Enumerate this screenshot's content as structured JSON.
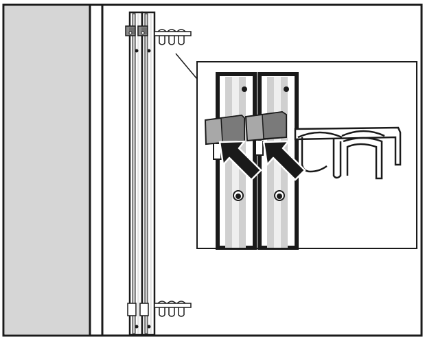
{
  "figure": {
    "kind": "assembly-instruction-illustration",
    "colors": {
      "outline": "#1a1a1a",
      "panel_fill": "#d6d6d6",
      "background": "#ffffff",
      "rail_metal": "#c9c9c9",
      "rail_highlight": "#eeeeee",
      "clip_dark": "#7a7a7a",
      "clip_mid": "#a8a8a8",
      "arrow_fill": "#1a1a1a"
    },
    "icons": {
      "press_arrow": "arrow-up-left-icon",
      "rail_hole": "hole-icon"
    },
    "detail_callout": {
      "rails": 2,
      "press_arrows": 2,
      "open_holders": 2
    }
  }
}
